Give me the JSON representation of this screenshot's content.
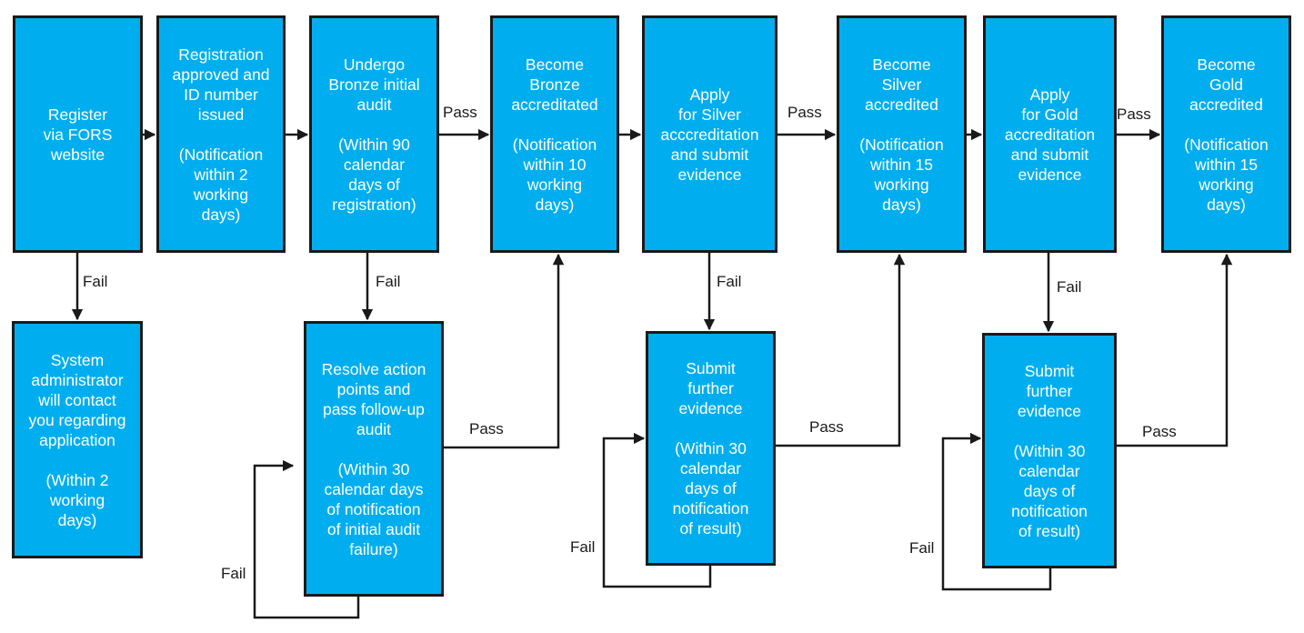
{
  "colors": {
    "box_fill": "#00aeef",
    "box_border": "#1a1a1a",
    "box_text": "#ffffff",
    "connector": "#1a1a1a",
    "label_text": "#1a1a1a"
  },
  "nodes": {
    "register": "Register\nvia FORS\nwebsite",
    "registration_approved": "Registration\napproved and\nID number\nissued\n\n(Notification\nwithin 2\nworking\ndays)",
    "bronze_audit": "Undergo\nBronze initial\naudit\n\n(Within 90\ncalendar\ndays of\nregistration)",
    "bronze_accredited": "Become\nBronze\naccreditated\n\n(Notification\nwithin 10\nworking\ndays)",
    "apply_silver": "Apply\nfor Silver\nacccreditation\nand submit\nevidence",
    "silver_accredited": "Become\nSilver\naccredited\n\n(Notification\nwithin 15\nworking\ndays)",
    "apply_gold": "Apply\nfor Gold\naccreditation\nand submit\nevidence",
    "gold_accredited": "Become\nGold\naccredited\n\n(Notification\nwithin 15\nworking\ndays)",
    "system_admin": "System\nadministrator\nwill contact\nyou regarding\napplication\n\n(Within 2\nworking\ndays)",
    "resolve_action": "Resolve action\npoints and\npass follow-up\naudit\n\n(Within 30\ncalendar days\nof notification\nof initial audit\nfailure)",
    "submit_silver": "Submit\nfurther\nevidence\n\n(Within 30\ncalendar\ndays of\nnotification\nof result)",
    "submit_gold": "Submit\nfurther\nevidence\n\n(Within 30\ncalendar\ndays of\nnotification\nof result)"
  },
  "edges": {
    "pass_bronze": "Pass",
    "pass_silver": "Pass",
    "pass_gold": "Pass",
    "fail_register": "Fail",
    "fail_bronze": "Fail",
    "fail_silver": "Fail",
    "fail_gold": "Fail",
    "pass_resolve": "Pass",
    "pass_submit_silver": "Pass",
    "pass_submit_gold": "Pass",
    "fail_loop_resolve": "Fail",
    "fail_loop_silver": "Fail",
    "fail_loop_gold": "Fail"
  }
}
